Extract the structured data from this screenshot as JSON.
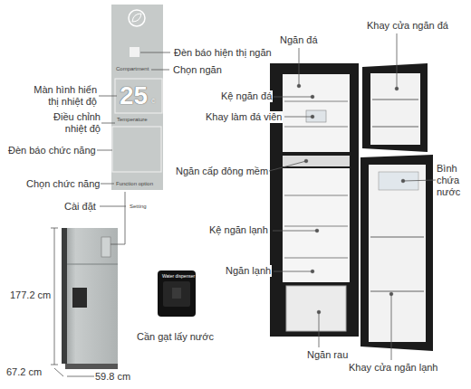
{
  "diagram": {
    "labels": [
      "Đèn báo hiện thị ngăn",
      "Compartment",
      "Chọn ngăn",
      "Màn hình hiển thị nhiệt độ",
      "25",
      "c",
      "Điều chỉnh nhiệt độ",
      "Temperature",
      "Đèn báo chức năng",
      "Chọn chức năng",
      "Function option",
      "Cài đặt",
      "Setting",
      "177.2 cm",
      "67.2 cm",
      "59.8 cm",
      "Water dispenser",
      "Cần gạt lấy nước",
      "Ngăn đá",
      "Khay cửa ngăn đá",
      "Kệ ngăn đá",
      "Khay làm đá viên",
      "Ngăn cấp đông mềm",
      "Bình chứa nước",
      "Kệ ngăn lạnh",
      "Ngăn lạnh",
      "Ngăn rau",
      "Khay cửa ngăn lạnh"
    ]
  }
}
